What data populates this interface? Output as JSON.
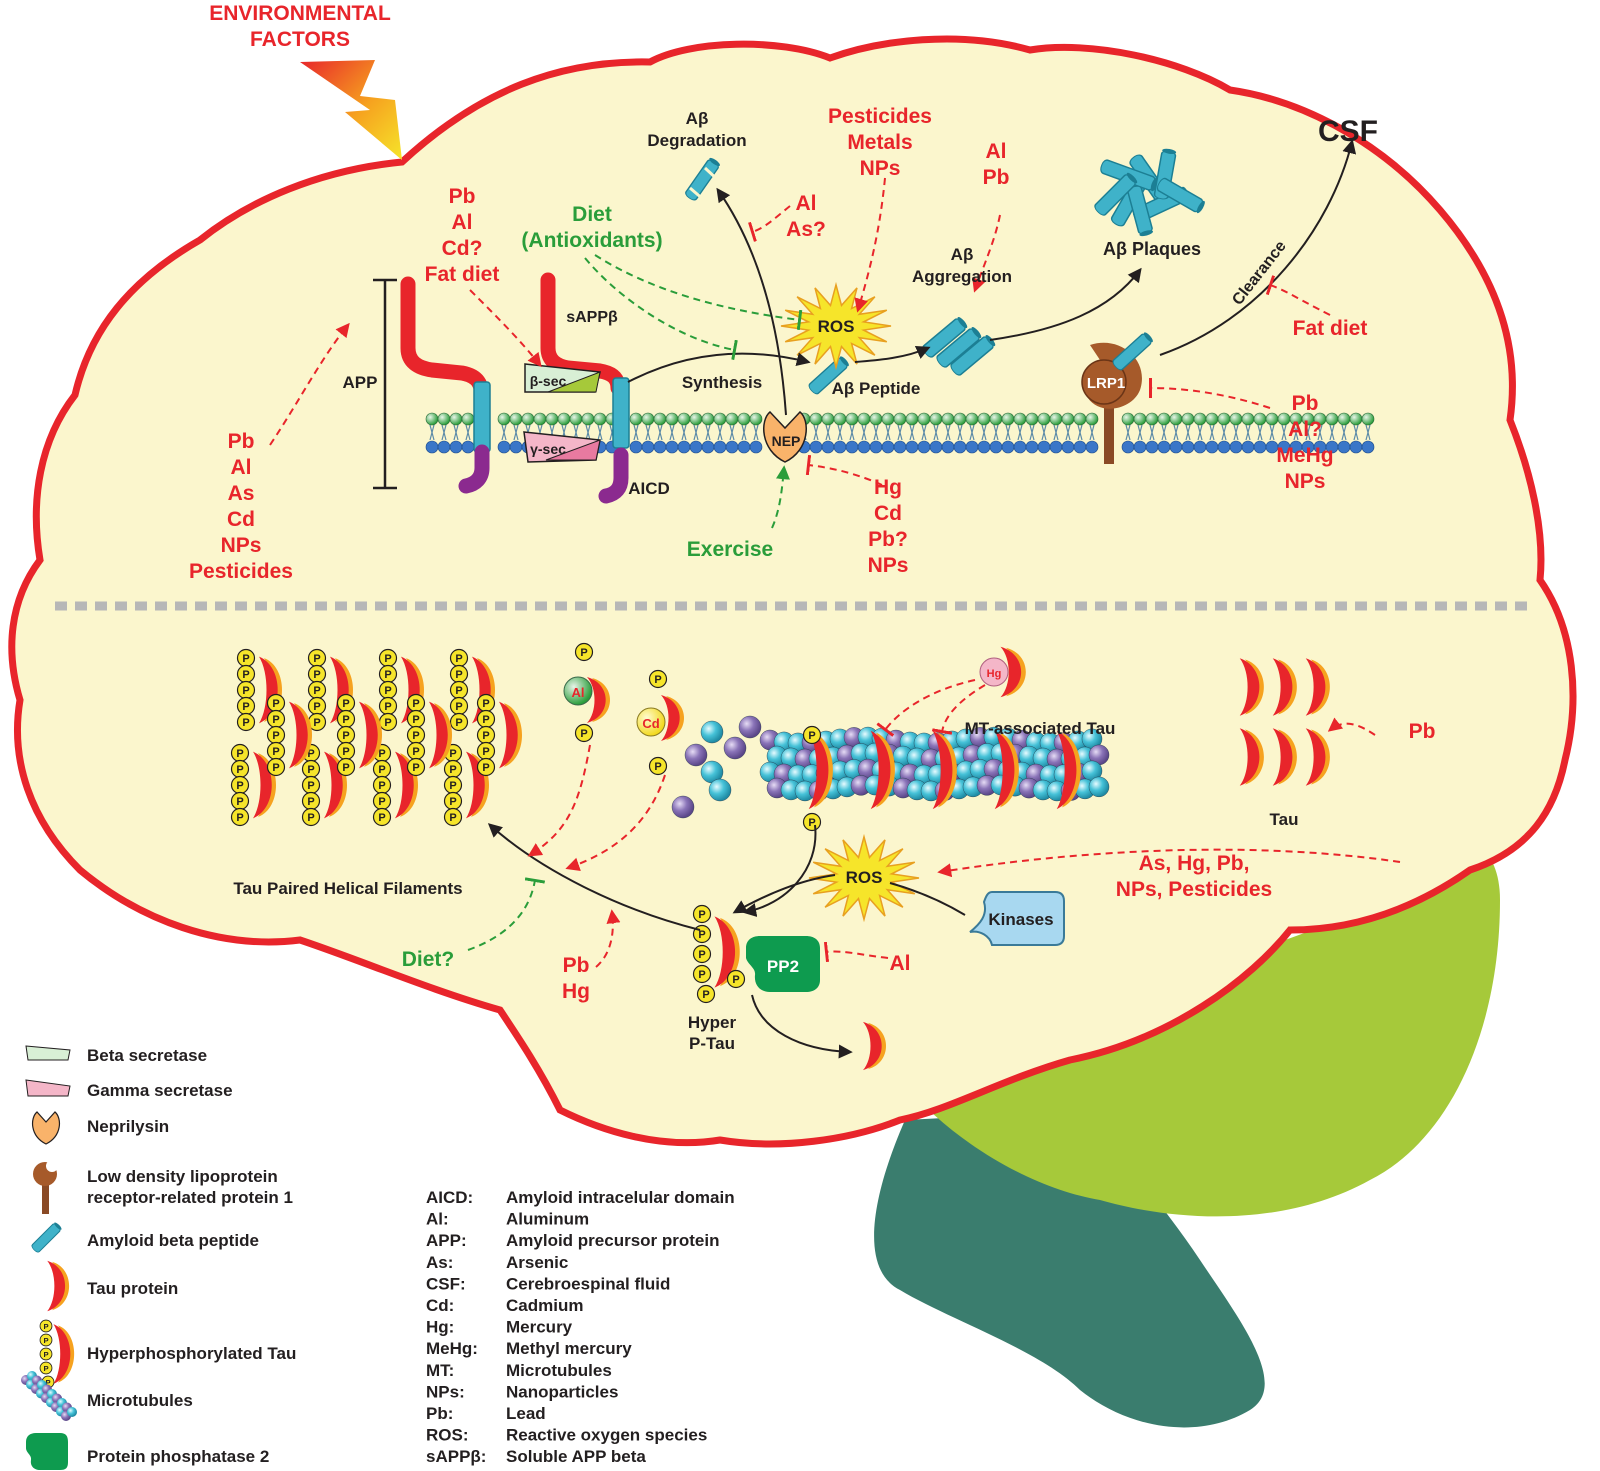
{
  "labels": {
    "env_factors": [
      "ENVIRONMENTAL",
      "FACTORS"
    ],
    "csf": "CSF",
    "ab_degradation": [
      "Aβ",
      "Degradation"
    ],
    "pesticides_metals_nps": [
      "Pesticides",
      "Metals",
      "NPs"
    ],
    "al_pb_top": [
      "Al",
      "Pb"
    ],
    "ab_plaques": "Aβ Plaques",
    "pb_al_cd_fat": [
      "Pb",
      "Al",
      "Cd?",
      "Fat diet"
    ],
    "diet_antioxidants": [
      "Diet",
      "(Antioxidants)"
    ],
    "al_as": [
      "Al",
      "As?"
    ],
    "ab_aggregation": [
      "Aβ",
      "Aggregation"
    ],
    "clearance": "Clearance",
    "fat_diet_right": "Fat diet",
    "sappb": "sAPPβ",
    "ros_top": "ROS",
    "app": "APP",
    "beta_sec": "β-sec",
    "gamma_sec": "γ-sec",
    "synthesis": "Synthesis",
    "ab_peptide": "Aβ Peptide",
    "lrp1": "LRP1",
    "nep": "NEP",
    "aicd": "AICD",
    "pb_al_me_nps": [
      "Pb",
      "Al?",
      "MeHg",
      "NPs"
    ],
    "hg_cd_pb_nps": [
      "Hg",
      "Cd",
      "Pb?",
      "NPs"
    ],
    "exercise": "Exercise",
    "left_toxicants": [
      "Pb",
      "Al",
      "As",
      "Cd",
      "NPs",
      "Pesticides"
    ],
    "al_circle": "Al",
    "cd_circle": "Cd",
    "hg_circle": "Hg",
    "mt_tau": "MT-associated Tau",
    "pb_right": "Pb",
    "tau": "Tau",
    "tau_phf": "Tau Paired Helical Filaments",
    "ros_bottom": "ROS",
    "as_hg_list": [
      "As, Hg, Pb,",
      "NPs, Pesticides"
    ],
    "kinases": "Kinases",
    "diet_q": "Diet?",
    "pb_hg": [
      "Pb",
      "Hg"
    ],
    "pp2": "PP2",
    "al_pp2": "Al",
    "hyper_ptau": [
      "Hyper",
      "P-Tau"
    ],
    "p": "P"
  },
  "legend": [
    {
      "icon": "beta-secretase-icon",
      "label": "Beta secretase"
    },
    {
      "icon": "gamma-secretase-icon",
      "label": "Gamma secretase"
    },
    {
      "icon": "neprilysin-icon",
      "label": "Neprilysin"
    },
    {
      "icon": "lrp1-icon",
      "label": "Low density lipoprotein",
      "label2": "receptor-related protein 1"
    },
    {
      "icon": "amyloid-beta-icon",
      "label": "Amyloid beta peptide"
    },
    {
      "icon": "tau-protein-icon",
      "label": "Tau protein"
    },
    {
      "icon": "hyper-tau-icon",
      "label": "Hyperphosphorylated Tau"
    },
    {
      "icon": "microtubule-icon",
      "label": "Microtubules"
    },
    {
      "icon": "pp2-icon",
      "label": "Protein phosphatase 2"
    }
  ],
  "abbreviations": [
    {
      "abbr": "AICD:",
      "full": "Amyloid intracelular domain"
    },
    {
      "abbr": "Al:",
      "full": "Aluminum"
    },
    {
      "abbr": "APP:",
      "full": "Amyloid precursor protein"
    },
    {
      "abbr": "As:",
      "full": "Arsenic"
    },
    {
      "abbr": "CSF:",
      "full": "Cerebroespinal fluid"
    },
    {
      "abbr": "Cd:",
      "full": "Cadmium"
    },
    {
      "abbr": "Hg:",
      "full": "Mercury"
    },
    {
      "abbr": "MeHg:",
      "full": "Methyl mercury"
    },
    {
      "abbr": "MT:",
      "full": "Microtubules"
    },
    {
      "abbr": "NPs:",
      "full": "Nanoparticles"
    },
    {
      "abbr": "Pb:",
      "full": "Lead"
    },
    {
      "abbr": "ROS:",
      "full": "Reactive oxygen species"
    },
    {
      "abbr": "sAPPβ:",
      "full": "Soluble APP beta"
    }
  ],
  "colors": {
    "brain_fill": "#fbf6cd",
    "brain_outline": "#e8252b",
    "cerebellum": "#a6c93a",
    "brainstem": "#3a7d6e",
    "toxicant": "#e8252b",
    "protective": "#2a9d3a",
    "amyloid": "#3fb2c9",
    "tau": "#e8252b",
    "phospho": "#f5e12a",
    "pp2": "#0e9b4f",
    "lrp1": "#8a4a25"
  }
}
